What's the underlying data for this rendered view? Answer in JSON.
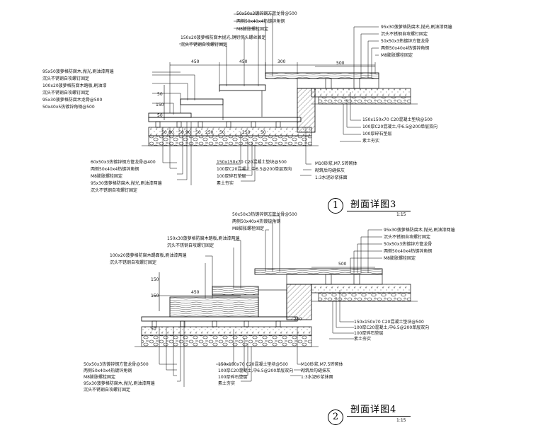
{
  "sections": [
    {
      "id": "3",
      "num": "1",
      "title": "剖面详图3",
      "scale": "1:15",
      "dims": [
        "450",
        "450",
        "300",
        "500",
        "50",
        "150",
        "50",
        "50",
        "80",
        "50",
        "90",
        "50",
        "250",
        "50",
        "250",
        "50"
      ],
      "notes_top": [
        "50x50x3镀锌钢方管龙骨@500",
        "两侧50x40x4热镀锌角钢",
        "M8膨胀螺栓固定",
        "150x20菠萝格防腐木抛光,铜钉沉头螺丝固定",
        "沉头不锈钢自攻螺钉固定"
      ],
      "notes_left": [
        "95x50菠萝格防腐木,抛光,刷油漆两遍",
        "沉头不锈钢自攻螺钉固定",
        "100x20菠萝格防腐木踏板,刷油漆",
        "沉头不锈钢自攻螺钉固定",
        "95x30菠萝格防腐木龙骨@500",
        "50x40x5热镀锌角钢@500"
      ],
      "notes_right": [
        "95x30菠萝格防腐木,抛光,刷油漆两遍",
        "沉头不锈钢自攻螺钉固定",
        "50x50x3热镀锌方管龙骨",
        "两侧50x40x4热镀锌角钢",
        "M8膨胀螺栓固定"
      ],
      "notes_bottom_left": [
        "60x50x3热镀锌钢方管龙骨@400",
        "两侧50x40x4热镀锌角钢",
        "M8膨胀螺栓固定",
        "95x30菠萝格防腐木,抛光,刷油漆两遍",
        "沉头不锈钢自攻螺钉固定"
      ],
      "notes_bottom_mid": [
        "150x150x70 C20混凝土垫块@500",
        "100厚C20混凝土,中6.5@200单层双向",
        "100厚碎石垫层",
        "素土夯实"
      ],
      "notes_bottom_mid2": [
        "M10砂浆,M7.5砖砌体",
        "砌筑后勾缝抹灰",
        "1:3水泥砂浆抹面"
      ],
      "notes_bottom_right": [
        "150x150x70 C20混凝土垫块@500",
        "100厚C20混凝土,中6.5@200单层双向",
        "100厚碎石垫层",
        "素土夯实"
      ]
    },
    {
      "id": "4",
      "num": "2",
      "title": "剖面详图4",
      "scale": "1:15",
      "dims": [
        "450",
        "500",
        "150",
        "150",
        "250",
        "50"
      ],
      "notes_top": [
        "50x50x3热镀锌钢方管龙骨@500",
        "两侧50x40x4热镀锌角钢",
        "M8膨胀螺栓固定",
        "150x30菠萝格防腐木踏板,刷油漆两遍",
        "沉头不锈钢自攻螺钉固定"
      ],
      "notes_left": [
        "100x20菠萝格防腐木踢面板,刷油漆两遍",
        "沉头不锈钢自攻螺钉固定"
      ],
      "notes_right": [
        "95x30菠萝格防腐木,抛光,刷油漆两遍",
        "沉头不锈钢自攻螺钉固定",
        "50x50x3热镀锌方管龙骨",
        "两侧50x40x4热镀锌角钢",
        "M8膨胀螺栓固定"
      ],
      "notes_right_low": [
        "150x150x70 C20混凝土垫块@500",
        "100厚C20混凝土,中6.5@200单层双向",
        "100厚碎石垫层",
        "素土夯实"
      ],
      "notes_bottom_left": [
        "50x50x3热镀锌钢方管龙骨@500",
        "两侧50x40x4热镀锌角钢",
        "M8膨胀螺栓固定",
        "95x30菠萝格防腐木,抛光,刷油漆两遍",
        "沉头不锈钢自攻螺钉固定"
      ],
      "notes_bottom_mid": [
        "150x150x70 C20混凝土垫块@500",
        "100厚C20混凝土,中6.5@200单层双向",
        "100厚碎石垫层",
        "素土夯实"
      ],
      "notes_bottom_mid2": [
        "M10砂浆,M7.5砖砌体",
        "砌筑后勾缝抹灰",
        "1:3水泥砂浆抹面"
      ]
    }
  ]
}
